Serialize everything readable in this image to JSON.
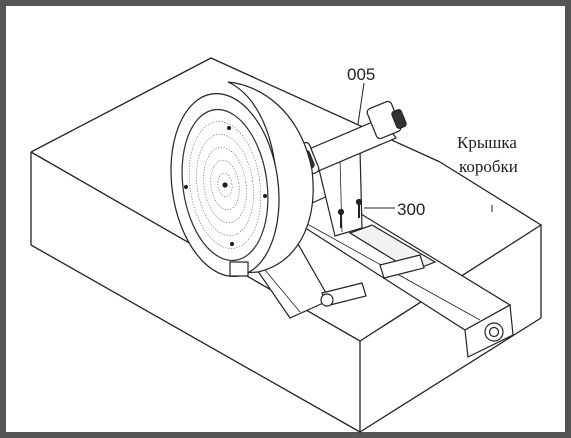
{
  "callouts": {
    "part_005": "005",
    "part_300": "300"
  },
  "box_label": {
    "line1": "Крышка",
    "line2": "коробки"
  },
  "colors": {
    "frame_border": "#555555",
    "line": "#222222"
  }
}
